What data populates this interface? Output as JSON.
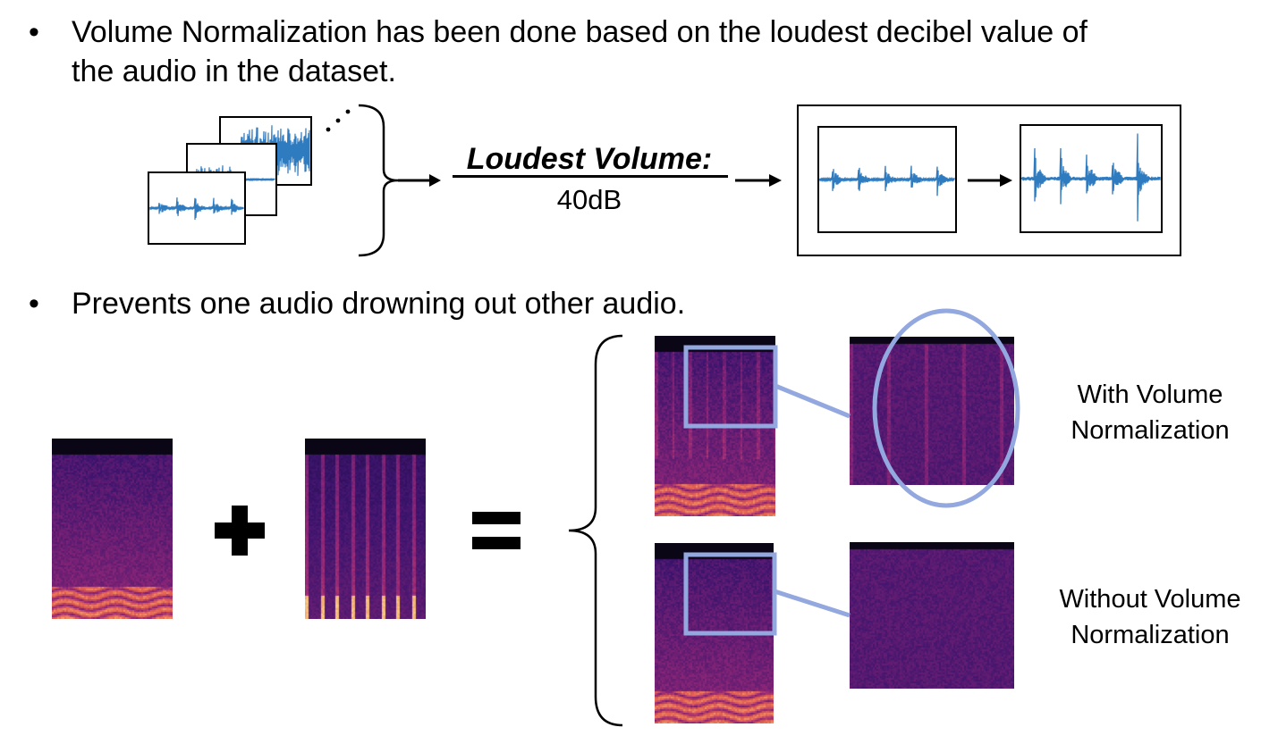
{
  "bullets": [
    {
      "symbol": "•",
      "line1": "Volume Normalization has been done based on the loudest decibel value of",
      "line2": "the audio in the dataset."
    },
    {
      "symbol": "•",
      "line1": "Prevents one audio drowning out other audio.",
      "line2": ""
    }
  ],
  "loudest": {
    "heading": "Loudest Volume:",
    "value": "40dB"
  },
  "labels": {
    "with_line1": "With Volume",
    "with_line2": "Normalization",
    "without_line1": "Without Volume",
    "without_line2": "Normalization"
  },
  "colors": {
    "waveform": "#2f7bbf",
    "highlight": "#94a8e0",
    "spec_top": "#0b0616",
    "spec_mid": "#4a1c7a",
    "spec_hot": "#f5b45a"
  }
}
